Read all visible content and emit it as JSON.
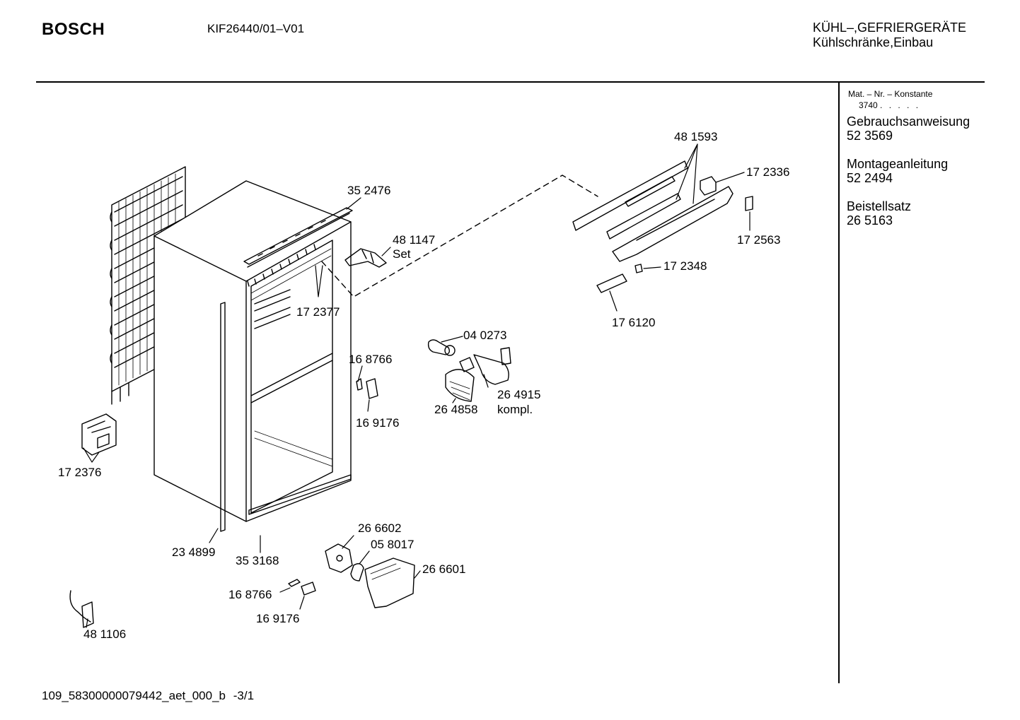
{
  "header": {
    "brand": "BOSCH",
    "model": "KIF26440/01–V01",
    "category_line1": "KÜHL–,GEFRIERGERÄTE",
    "category_line2": "Kühlschränke,Einbau"
  },
  "sidebar": {
    "mat_label": "Mat. – Nr. – Konstante",
    "mat_value": "3740",
    "mat_dots": ". . . . .",
    "docs": [
      {
        "title": "Gebrauchsanweisung",
        "number": "52 3569"
      },
      {
        "title": "Montageanleitung",
        "number": "52 2494"
      },
      {
        "title": "Beistellsatz",
        "number": "26 5163"
      }
    ]
  },
  "parts": {
    "p481593": "48 1593",
    "p172336": "17 2336",
    "p352476": "35 2476",
    "p481147": "48 1147",
    "p481147_suffix": "Set",
    "p172563": "17 2563",
    "p172348": "17 2348",
    "p172377": "17 2377",
    "p176120": "17 6120",
    "p040273": "04 0273",
    "p168766a": "16 8766",
    "p264915": "26 4915",
    "p264915_suffix": "kompl.",
    "p264858": "26 4858",
    "p169176a": "16 9176",
    "p172376": "17 2376",
    "p266602": "26 6602",
    "p058017": "05 8017",
    "p266601": "26 6601",
    "p234899": "23 4899",
    "p353168": "35 3168",
    "p168766b": "16 8766",
    "p169176b": "16 9176",
    "p481106": "48 1106"
  },
  "footer": {
    "doc_id": "109_58300000079442_aet_000_b",
    "page": "-3/1"
  }
}
